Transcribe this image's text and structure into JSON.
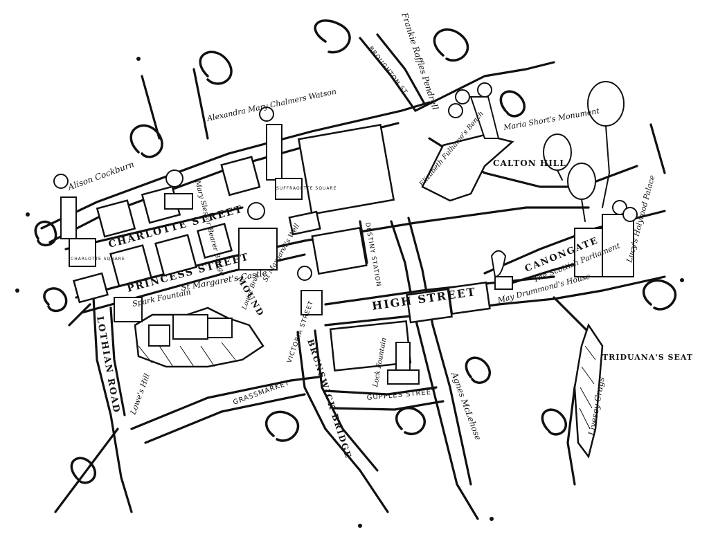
{
  "streets": {
    "charlotte": "CHARLOTTE STREET",
    "princess": "PRINCESS STREET",
    "high": "HIGH STREET",
    "canongate": "CANONGATE",
    "mound": "MOUND",
    "lothian": "LOTHIAN ROAD",
    "brunswick": "BRUNSWICK BRIDGE",
    "victoria": "VICTORIA STREET",
    "grassmarket": "GRASSMARKET",
    "gupples": "GUPPLES STREET",
    "broughton": "BROUGHTON ST.",
    "destiny": "DESTINY STATION"
  },
  "places": {
    "calton": "CALTON HILL",
    "triduana": "TRIDUANA'S SEAT",
    "charlotte_square": "CHARLOTTE SQUARE",
    "suffragette_square": "SUFFRAGETTE SQUARE"
  },
  "landmarks": {
    "alison": "Alison Cockburn",
    "alexandra": "Alexandra Mary Chalmers Watson",
    "mary_slessor": "Mary Slessor",
    "bearer": "Bearer Bridge",
    "spark": "Spark Fountain",
    "margarets_castle": "St Margaret's Castle",
    "louise_brae": "Louise Brae",
    "margarets_well": "St Margaret's Well",
    "frankie": "Frankie Raffles Pendrell",
    "elizabeth": "Elizabeth Fulhame's Bench",
    "maria": "Maria Short's Monument",
    "may": "May Drummond's House",
    "parliament": "The Scottish Parliament",
    "holyrood": "Lucy's Holyrood Palace",
    "livesey": "Livesey Crags",
    "lock": "Lock Fountain",
    "agnes": "Agnes McLehose",
    "liverpool": "Lowe's Hill"
  }
}
